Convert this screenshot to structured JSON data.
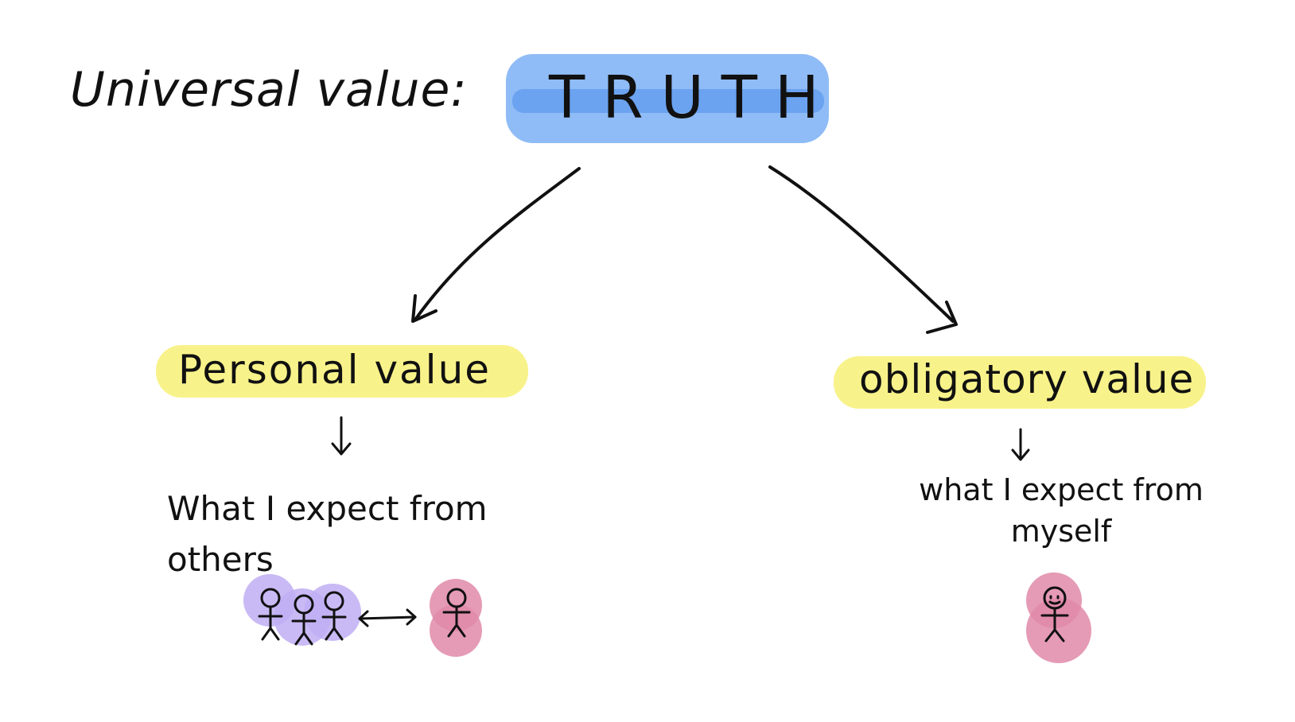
{
  "title_label": "Universal value:",
  "root": {
    "label": "TRUTH",
    "color": "#8fbcf6"
  },
  "branches": [
    {
      "label": "Personal value",
      "description": "What I expect from others",
      "highlight": "#f8f28a"
    },
    {
      "label": "obligatory value",
      "description": "what I expect from myself",
      "highlight": "#f8f28a"
    }
  ],
  "icons": {
    "group": "stick-figures-group-icon",
    "self": "stick-figure-icon",
    "exchange": "double-arrow-icon"
  },
  "colors": {
    "group_circle": "#bfaef3",
    "self_circle": "#e08aa8",
    "ink": "#111111"
  }
}
